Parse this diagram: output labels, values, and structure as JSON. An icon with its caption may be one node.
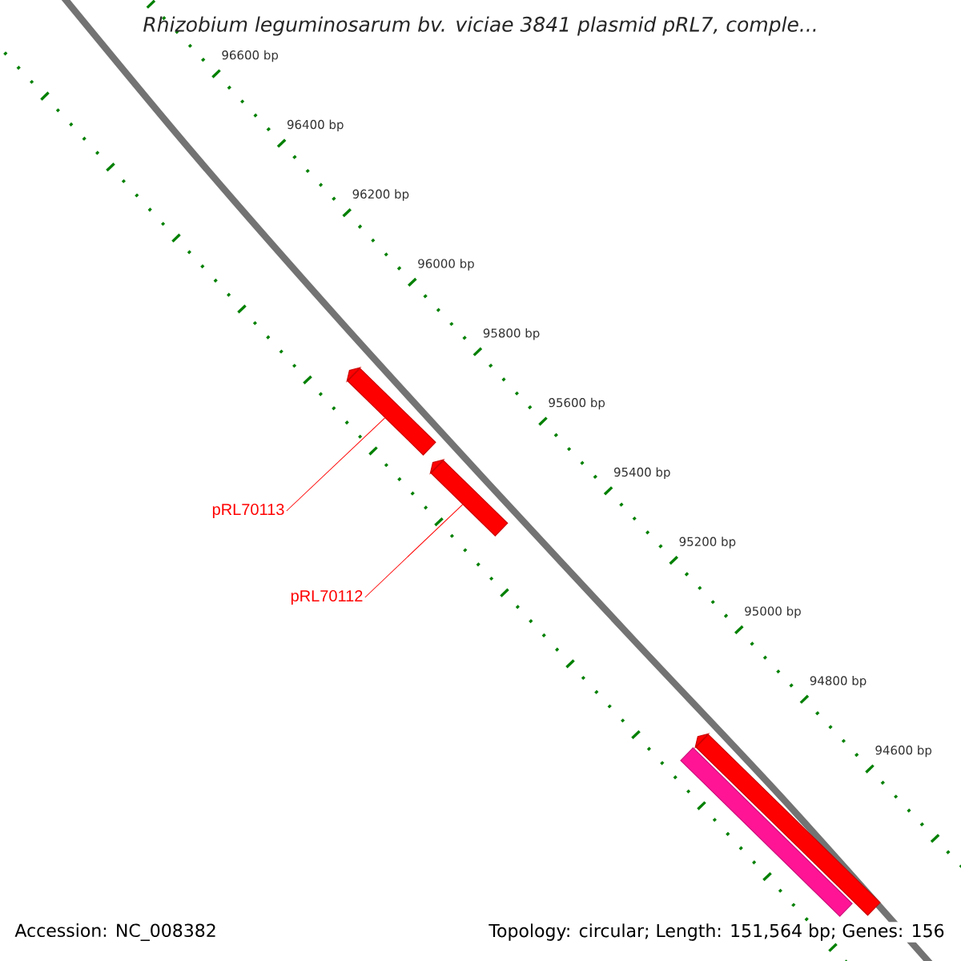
{
  "diagram": {
    "title": "Rhizobium leguminosarum bv. viciae 3841 plasmid pRL7, comple...",
    "nodes": [
      {
        "text": [],
        "shape": "arrow"
      },
      {
        "text": [
          "pRL70113"
        ]
      },
      {
        "text": [],
        "shape": "arrow"
      },
      {
        "text": [
          "pRL70112"
        ]
      },
      {
        "text": [],
        "shape": "arrow"
      },
      {
        "text": [],
        "shape": "bar"
      }
    ],
    "edges": [
      {
        "from": 1,
        "to": 0,
        "arrow": "none"
      },
      {
        "from": 3,
        "to": 2,
        "arrow": "none"
      }
    ],
    "labels": [
      "96600 bp",
      "96400 bp",
      "96200 bp",
      "96000 bp",
      "95800 bp",
      "95600 bp",
      "95400 bp",
      "95200 bp",
      "95000 bp",
      "94800 bp",
      "94600 bp",
      "Accession: NC_008382",
      "Topology: circular; Length: 151,564 bp; Genes: 156"
    ]
  }
}
